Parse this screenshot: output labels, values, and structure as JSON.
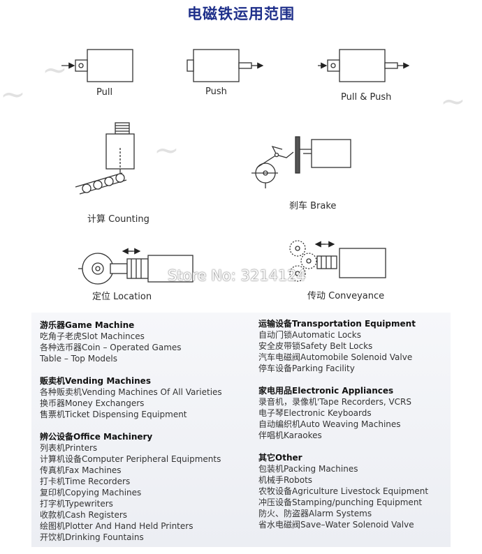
{
  "title": "电磁铁运用范围",
  "diagrams": {
    "pull": "Pull",
    "push": "Push",
    "pull_push": "Pull & Push",
    "counting": "计算 Counting",
    "brake": "刹车 Brake",
    "location": "定位 Location",
    "conveyance": "传动 Conveyance"
  },
  "store_watermark": "Store No: 3214124",
  "left_column": [
    {
      "header": "游乐器Game Machine",
      "items": [
        "吃角子老虎Slot Machinces",
        "各种选币器Coin – Operated Games",
        "Table – Top Models"
      ]
    },
    {
      "header": "贩卖机Vending Machines",
      "items": [
        "各种贩卖机Vending Machines Of All Varieties",
        "换币器Money Exchangers",
        "售票机Ticket Dispensing Equipment"
      ]
    },
    {
      "header": "辨公设备Office Machinery",
      "items": [
        "列表机Printers",
        "计算机设备Computer Peripheral Equipments",
        "传真机Fax Machines",
        "打卡机Time Recorders",
        "复印机Copying Machines",
        "打字机Typewriters",
        "收款机Cash Registers",
        "绘图机Plotter And Hand Held Printers",
        "开饮机Drinking Fountains"
      ]
    }
  ],
  "right_column": [
    {
      "header": "运输设备Transportation Equipment",
      "items": [
        "自动门锁Automatic Locks",
        "安全皮带锁Safety Belt Locks",
        "汽车电磁阀Automobile Solenoid Valve",
        "停车设备Parking Facility"
      ]
    },
    {
      "header": "家电用品Electronic Appliances",
      "items": [
        "录音机，录像机'Tape Recorders, VCRS",
        "电子琴Electronic Keyboards",
        "自动编织机Auto Weaving Machines",
        "伴唱机Karaokes"
      ]
    },
    {
      "header": "其它Other",
      "items": [
        "包装机Packing Machines",
        "机械手Robots",
        "农牧设备Agriculture Livestock Equipment",
        "冲压设备Stamping/punching Equipment",
        "防火、防盗器Alarm Systems",
        "省水电磁阀Save–Water Solenoid Valve"
      ]
    }
  ]
}
